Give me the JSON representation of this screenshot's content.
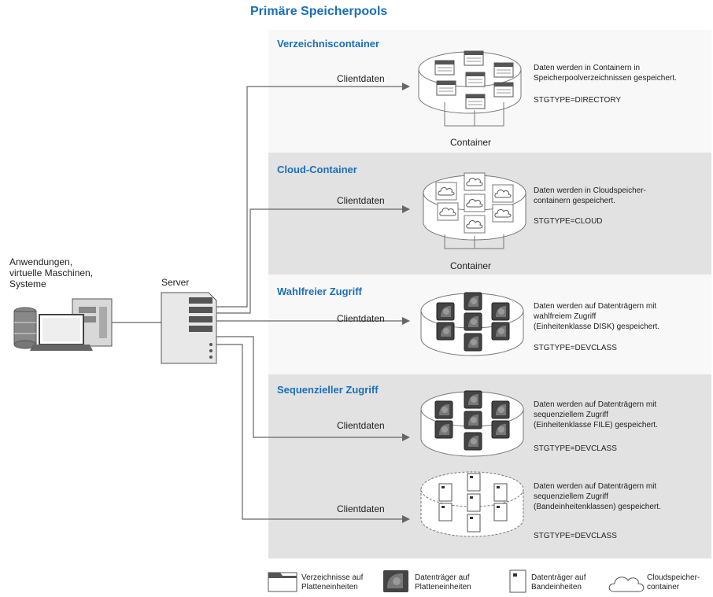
{
  "title": "Primäre Speicherpools",
  "client_label": "Anwendungen,\nvirtuelle Maschinen,\nSysteme",
  "server_label": "Server",
  "sections": [
    {
      "title": "Verzeichniscontainer",
      "client": "Clientdaten",
      "container": "Container",
      "desc": "Daten werden in Containern in\nSpeicherpoolverzeichnissen gespeichert.",
      "stgtype": "STGTYPE=DIRECTORY"
    },
    {
      "title": "Cloud-Container",
      "client": "Clientdaten",
      "container": "Container",
      "desc": "Daten werden in Cloudspeicher-\ncontainern gespeichert.",
      "stgtype": "STGTYPE=CLOUD"
    },
    {
      "title": "Wahlfreier Zugriff",
      "client": "Clientdaten",
      "desc": "Daten werden auf Datenträgern mit\nwahlfreiem Zugriff\n(Einheitenklasse DISK) gespeichert.",
      "stgtype": "STGTYPE=DEVCLASS"
    },
    {
      "title": "Sequenzieller Zugriff",
      "client": "Clientdaten",
      "desc": "Daten werden auf Datenträgern mit\nsequenziellem Zugriff\n(Einheitenklasse FILE) gespeichert.",
      "stgtype": "STGTYPE=DEVCLASS"
    },
    {
      "client": "Clientdaten",
      "desc": "Daten werden auf Datenträgern mit\nsequenziellem Zugriff\n(Bandeinheitenklassen) gespeichert.",
      "stgtype": "STGTYPE=DEVCLASS"
    }
  ],
  "legend": [
    {
      "icon": "folder-icon",
      "label": "Verzeichnisse auf\nPlatteneinheiten"
    },
    {
      "icon": "disk-volume-icon",
      "label": "Datenträger auf\nPlatteneinheiten"
    },
    {
      "icon": "tape-volume-icon",
      "label": "Datenträger auf\nBandeinheiten"
    },
    {
      "icon": "cloud-icon",
      "label": "Cloudspeicher-\ncontainer"
    }
  ],
  "colors": {
    "accent": "#1a6fb8",
    "panel_light": "#f8f8f8",
    "panel_gray": "#e2e2e2",
    "line": "#666666"
  }
}
